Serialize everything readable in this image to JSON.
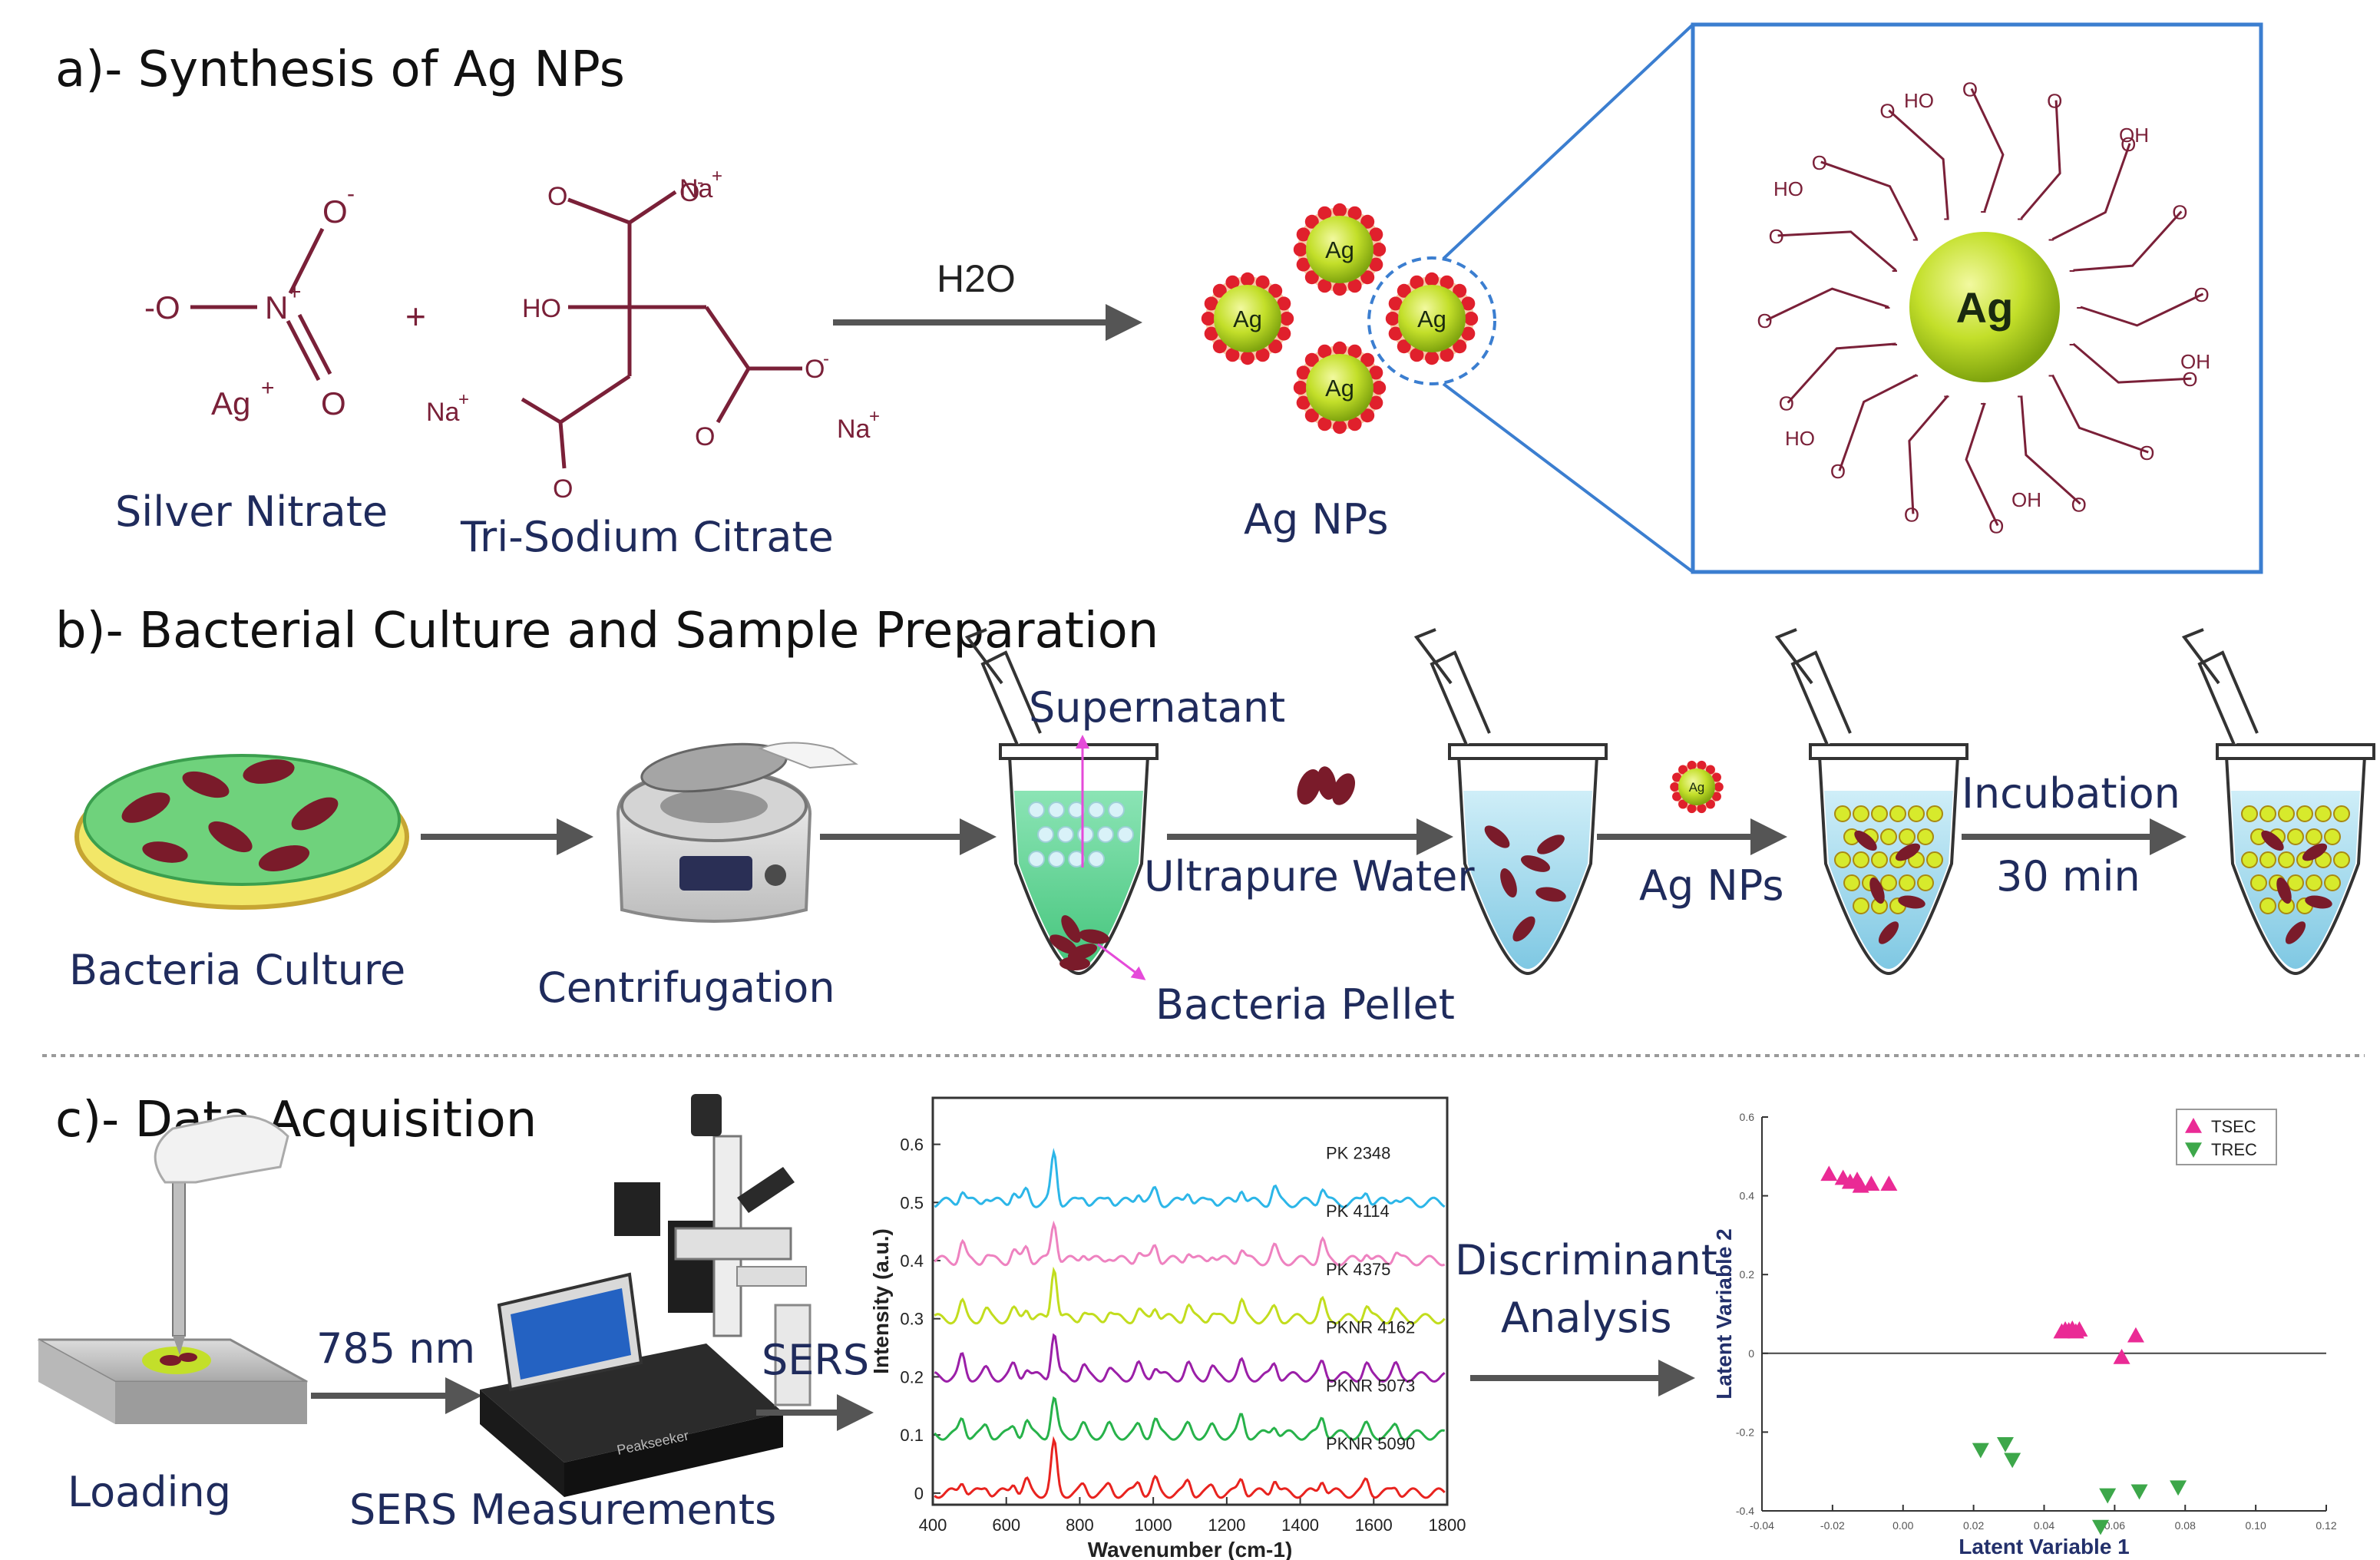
{
  "panel_a": {
    "header": "a)- Synthesis of Ag NPs",
    "silver_nitrate": {
      "label": "Silver Nitrate",
      "o_top": "O",
      "o_top_charge": "-",
      "o_left": "-O",
      "n": "N",
      "n_charge": "+",
      "o_bottom": "O",
      "ag": "Ag",
      "ag_charge": "+"
    },
    "plus": "+",
    "citrate": {
      "label": "Tri-Sodium Citrate",
      "na": "Na",
      "na_charge": "+",
      "ho": "HO",
      "o": "O",
      "o_minus": "O",
      "minus": "-"
    },
    "reagent": "H2O",
    "product": "Ag NPs",
    "particle_text": "Ag",
    "zoom": {
      "ag": "Ag",
      "ho": "HO",
      "oh": "OH",
      "o": "O",
      "minus": "-"
    }
  },
  "panel_b": {
    "header": "b)- Bacterial Culture and Sample Preparation",
    "steps": {
      "culture": "Bacteria Culture",
      "centrifugation": "Centrifugation",
      "supernatant": "Supernatant",
      "pellet": "Bacteria Pellet",
      "water": "Ultrapure Water",
      "agnps": "Ag NPs",
      "incubation": "Incubation",
      "time": "30 min"
    }
  },
  "panel_c": {
    "header": "c)- Data Acquisition",
    "loading": "Loading",
    "laser": "785 nm",
    "sers_measure": "SERS Measurements",
    "sers": "SERS",
    "discriminant": [
      "Discriminant",
      "Analysis"
    ],
    "instrument_brand": "Peakseeker"
  },
  "chart_data": [
    {
      "type": "line",
      "xlabel": "Wavenumber (cm-1)",
      "ylabel": "Intensity (a.u.)",
      "xlim": [
        400,
        1800
      ],
      "ylim": [
        -0.02,
        0.68
      ],
      "xticks": [
        400,
        600,
        800,
        1000,
        1200,
        1400,
        1600,
        1800
      ],
      "yticks": [
        0,
        0.1,
        0.2,
        0.3,
        0.4,
        0.5,
        0.6
      ],
      "peaks": [
        {
          "x": 480,
          "h": 0.6
        },
        {
          "x": 545,
          "h": 0.25
        },
        {
          "x": 620,
          "h": 0.35
        },
        {
          "x": 655,
          "h": 0.45
        },
        {
          "x": 730,
          "h": 1.6
        },
        {
          "x": 810,
          "h": 0.3
        },
        {
          "x": 880,
          "h": 0.25
        },
        {
          "x": 960,
          "h": 0.35
        },
        {
          "x": 1005,
          "h": 0.5
        },
        {
          "x": 1095,
          "h": 0.4
        },
        {
          "x": 1160,
          "h": 0.25
        },
        {
          "x": 1240,
          "h": 0.55
        },
        {
          "x": 1330,
          "h": 0.45
        },
        {
          "x": 1460,
          "h": 0.6
        },
        {
          "x": 1580,
          "h": 0.4
        },
        {
          "x": 1660,
          "h": 0.3
        }
      ],
      "series": [
        {
          "name": "PK 2348",
          "offset": 0.5,
          "color": "#2cb6e8"
        },
        {
          "name": "PK 4114",
          "offset": 0.4,
          "color": "#ee82c0"
        },
        {
          "name": "PK 4375",
          "offset": 0.3,
          "color": "#c2dd1e"
        },
        {
          "name": "PKNR 4162",
          "offset": 0.2,
          "color": "#9b1fa8"
        },
        {
          "name": "PKNR 5073",
          "offset": 0.1,
          "color": "#27b24a"
        },
        {
          "name": "PKNR 5090",
          "offset": 0.0,
          "color": "#e8231f"
        }
      ]
    },
    {
      "type": "scatter",
      "xlabel": "Latent Variable 1",
      "ylabel": "Latent Variable 2",
      "xlim": [
        -0.04,
        0.12
      ],
      "ylim": [
        -0.4,
        0.6
      ],
      "xticks": [
        -0.04,
        -0.02,
        0,
        0.02,
        0.04,
        0.06,
        0.08,
        0.1,
        0.12
      ],
      "xtick_labels": [
        "-0.04",
        "-0.02",
        "0.00",
        "0.02",
        "0.04",
        "0.06",
        "0.08",
        "0.10",
        "0.12"
      ],
      "yticks": [
        -0.4,
        -0.2,
        0,
        0.2,
        0.4,
        0.6
      ],
      "ytick_labels": [
        "-0.4",
        "-0.2",
        "0",
        "0.2",
        "0.4",
        "0.6"
      ],
      "series": [
        {
          "name": "TSEC",
          "color": "#ea2a95",
          "marker": "triangle-up",
          "points": [
            [
              -0.021,
              0.455
            ],
            [
              -0.017,
              0.445
            ],
            [
              -0.015,
              0.435
            ],
            [
              -0.013,
              0.44
            ],
            [
              -0.012,
              0.425
            ],
            [
              -0.009,
              0.43
            ],
            [
              -0.004,
              0.43
            ],
            [
              0.045,
              0.055
            ],
            [
              0.046,
              0.06
            ],
            [
              0.047,
              0.058
            ],
            [
              0.048,
              0.062
            ],
            [
              0.049,
              0.055
            ],
            [
              0.05,
              0.06
            ],
            [
              0.062,
              -0.01
            ],
            [
              0.066,
              0.045
            ]
          ]
        },
        {
          "name": "TREC",
          "color": "#3da74a",
          "marker": "triangle-down",
          "points": [
            [
              0.022,
              -0.245
            ],
            [
              0.029,
              -0.23
            ],
            [
              0.031,
              -0.27
            ],
            [
              0.056,
              -0.44
            ],
            [
              0.058,
              -0.36
            ],
            [
              0.067,
              -0.35
            ],
            [
              0.078,
              -0.34
            ]
          ]
        }
      ]
    }
  ]
}
